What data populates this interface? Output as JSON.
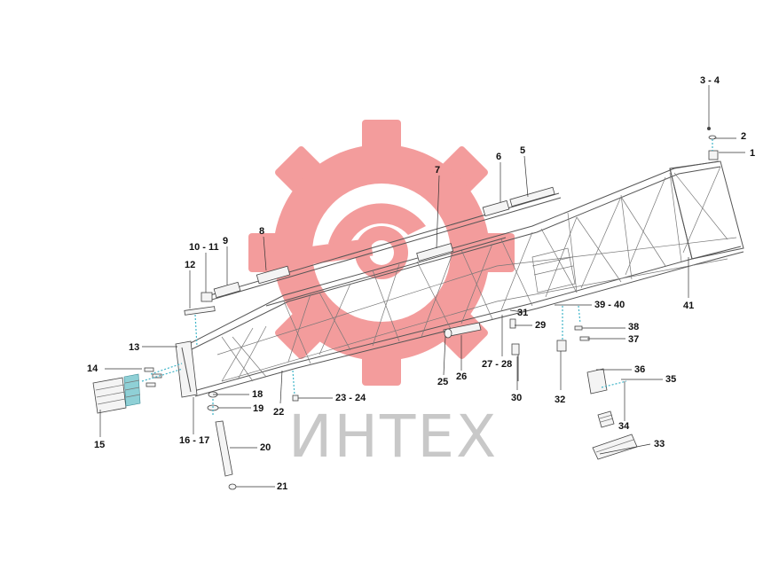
{
  "watermark": {
    "brand_text": "ИНТЕХ",
    "gear_color": "#f28b8b",
    "text_color": "#c8c8c8"
  },
  "callouts": [
    {
      "id": "c1",
      "text": "1"
    },
    {
      "id": "c2",
      "text": "2"
    },
    {
      "id": "c3",
      "text": "3 - 4"
    },
    {
      "id": "c5",
      "text": "5"
    },
    {
      "id": "c6",
      "text": "6"
    },
    {
      "id": "c7",
      "text": "7"
    },
    {
      "id": "c8",
      "text": "8"
    },
    {
      "id": "c9",
      "text": "9"
    },
    {
      "id": "c10",
      "text": "10 - 11"
    },
    {
      "id": "c12",
      "text": "12"
    },
    {
      "id": "c13",
      "text": "13"
    },
    {
      "id": "c14",
      "text": "14"
    },
    {
      "id": "c15",
      "text": "15"
    },
    {
      "id": "c16",
      "text": "16 - 17"
    },
    {
      "id": "c18",
      "text": "18"
    },
    {
      "id": "c19",
      "text": "19"
    },
    {
      "id": "c20",
      "text": "20"
    },
    {
      "id": "c21",
      "text": "21"
    },
    {
      "id": "c22",
      "text": "22"
    },
    {
      "id": "c23",
      "text": "23 - 24"
    },
    {
      "id": "c25",
      "text": "25"
    },
    {
      "id": "c26",
      "text": "26"
    },
    {
      "id": "c27",
      "text": "27 - 28"
    },
    {
      "id": "c29",
      "text": "29"
    },
    {
      "id": "c30",
      "text": "30"
    },
    {
      "id": "c31",
      "text": "31"
    },
    {
      "id": "c32",
      "text": "32"
    },
    {
      "id": "c33",
      "text": "33"
    },
    {
      "id": "c34",
      "text": "34"
    },
    {
      "id": "c35",
      "text": "35"
    },
    {
      "id": "c36",
      "text": "36"
    },
    {
      "id": "c37",
      "text": "37"
    },
    {
      "id": "c38",
      "text": "38"
    },
    {
      "id": "c39",
      "text": "39 - 40"
    },
    {
      "id": "c41",
      "text": "41"
    }
  ]
}
